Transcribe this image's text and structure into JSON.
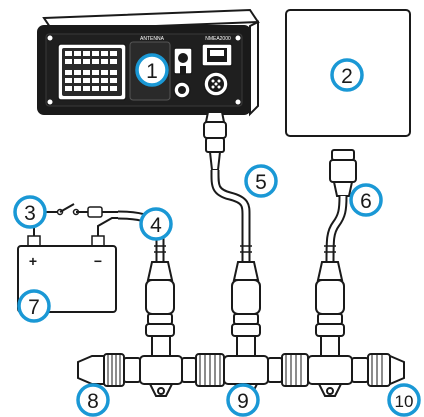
{
  "diagram": {
    "accent_color": "#1a98d5",
    "line_color": "#1a1a1a",
    "device_labels": {
      "left_port": "ANTENNA",
      "right_port": "NMEA2000"
    },
    "battery": {
      "positive": "+",
      "negative": "−"
    },
    "callouts": [
      {
        "number": "1"
      },
      {
        "number": "2"
      },
      {
        "number": "3"
      },
      {
        "number": "4"
      },
      {
        "number": "5"
      },
      {
        "number": "6"
      },
      {
        "number": "7"
      },
      {
        "number": "8"
      },
      {
        "number": "9"
      },
      {
        "number": "10"
      }
    ]
  }
}
